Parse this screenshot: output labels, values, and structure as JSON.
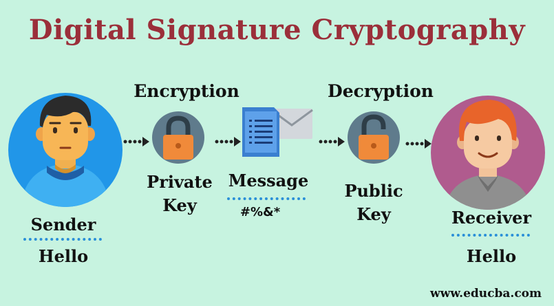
{
  "title": "Digital Signature Cryptography",
  "sender": {
    "label": "Sender",
    "message": "Hello"
  },
  "encryption": {
    "heading": "Encryption",
    "key_line1": "Private",
    "key_line2": "Key"
  },
  "message": {
    "label": "Message",
    "ciphertext": "#%&*"
  },
  "decryption": {
    "heading": "Decryption",
    "key_line1": "Public",
    "key_line2": "Key"
  },
  "receiver": {
    "label": "Receiver",
    "message": "Hello"
  },
  "watermark": "www.educba.com",
  "colors": {
    "title": "#9b2f3a",
    "background": "#c7f3e0",
    "sender_circle": "#2196e8",
    "receiver_circle": "#b05b8e",
    "lock_circle": "#5f7b8c",
    "lock_body": "#f08a3a",
    "dotted_line": "#2a8fd8"
  }
}
